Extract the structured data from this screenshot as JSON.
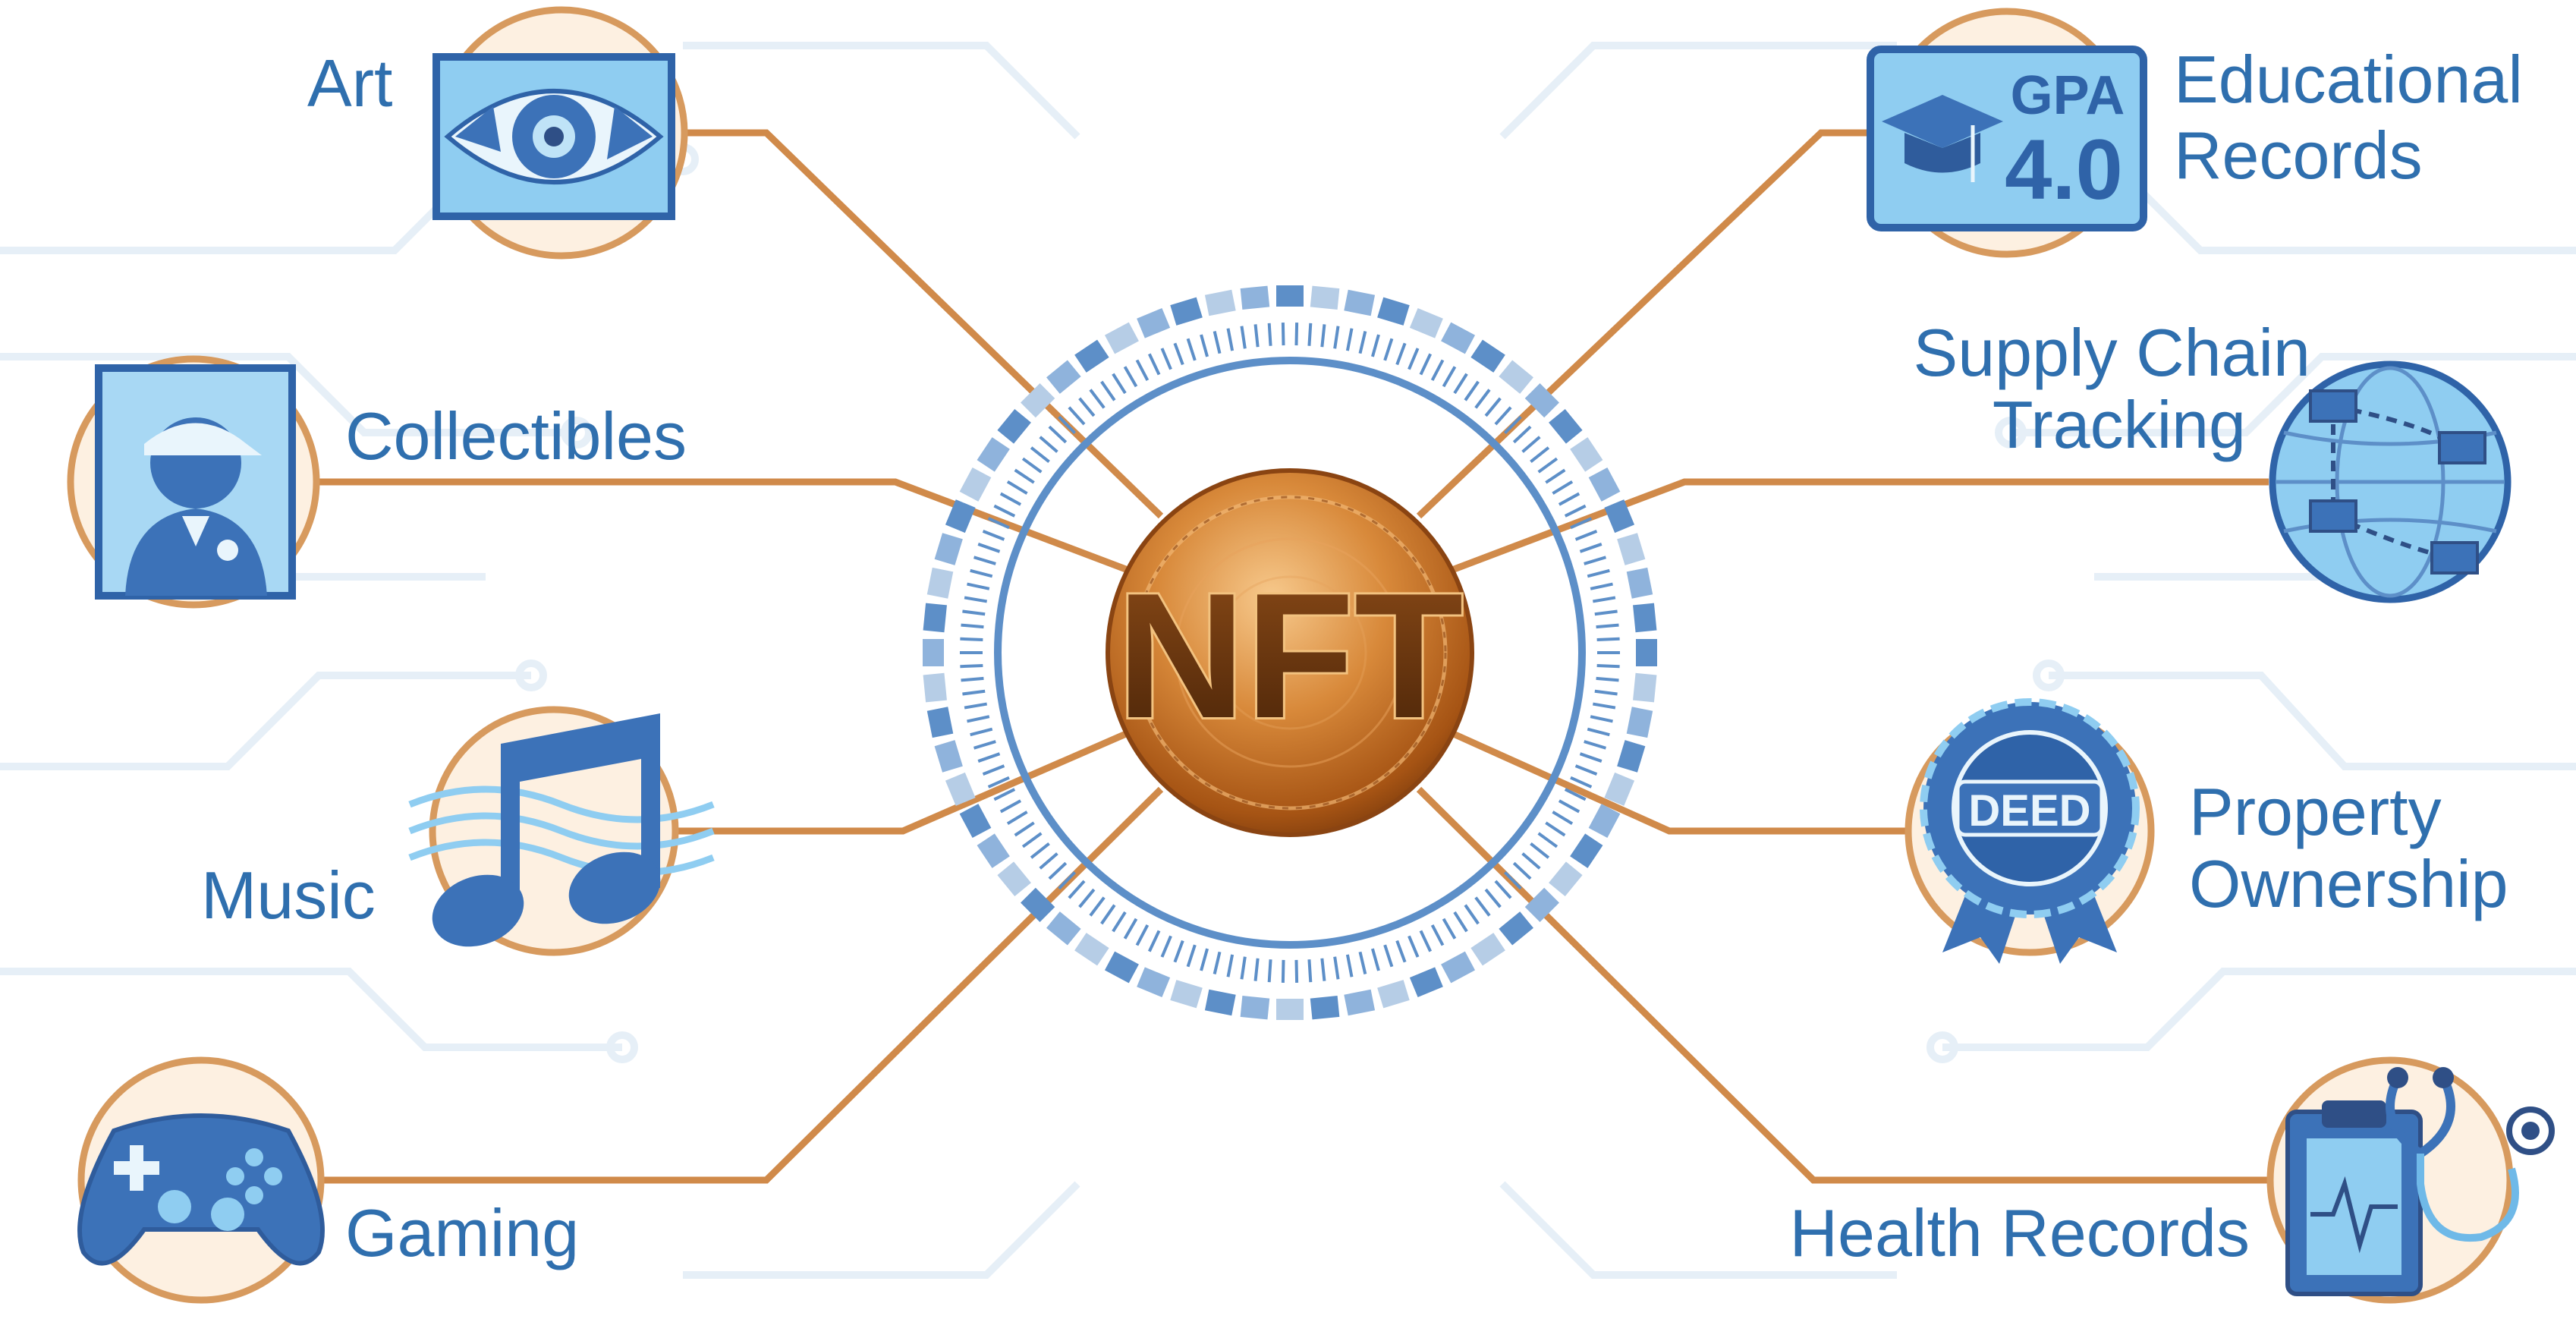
{
  "center": {
    "label": "NFT"
  },
  "nodes": [
    {
      "id": "art",
      "label": "Art",
      "icon": "eye-icon",
      "side": "left"
    },
    {
      "id": "collectibles",
      "label": "Collectibles",
      "icon": "card-figure-icon",
      "side": "left"
    },
    {
      "id": "music",
      "label": "Music",
      "icon": "music-note-icon",
      "side": "left"
    },
    {
      "id": "gaming",
      "label": "Gaming",
      "icon": "gamepad-icon",
      "side": "left"
    },
    {
      "id": "education",
      "label_lines": [
        "Educational",
        "Records"
      ],
      "icon": "diploma-gpa-icon",
      "side": "right",
      "icon_text": {
        "top": "GPA",
        "bottom": "4.0"
      }
    },
    {
      "id": "supply",
      "label_lines": [
        "Supply Chain",
        "Tracking"
      ],
      "icon": "globe-network-icon",
      "side": "right"
    },
    {
      "id": "property",
      "label_lines": [
        "Property",
        "Ownership"
      ],
      "icon": "deed-ribbon-icon",
      "side": "right",
      "icon_text": {
        "badge": "DEED"
      }
    },
    {
      "id": "health",
      "label": "Health Records",
      "icon": "clipboard-stethoscope-icon",
      "side": "right"
    }
  ],
  "colors": {
    "connector": "#d08a4a",
    "label": "#2f6fae",
    "icon_blue": "#3c72b8",
    "icon_light": "#6fb9e8",
    "icon_pale": "#bfe3f7",
    "circle_fill": "#fdf0e1",
    "circle_ring": "#d79a5e",
    "coin_dark": "#5b2e0b",
    "coin_mid": "#c26a1c",
    "coin_light": "#f2b56d",
    "ring_blue": "#5d8fc8",
    "ring_pale": "#b6cde6",
    "circuit": "#e8f1f8"
  }
}
